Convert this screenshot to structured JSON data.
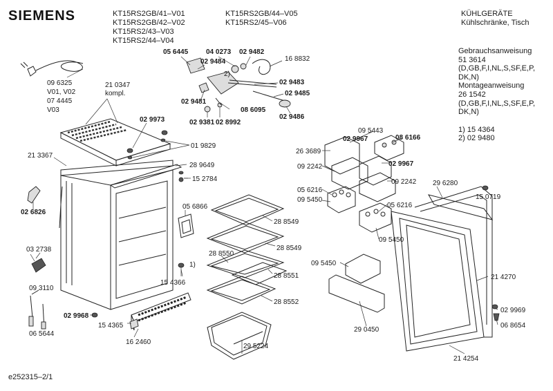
{
  "header": {
    "brand": "SIEMENS",
    "models_col1": [
      "KT15RS2GB/41–V01",
      "KT15RS2GB/42–V02",
      "KT15RS2/43–V03",
      "KT15RS2/44–V04"
    ],
    "models_col2": [
      "KT15RS2GB/44–V05",
      "KT15RS2/45–V06"
    ],
    "category": [
      "KÜHLGERÄTE",
      "Kühlschränke, Tisch"
    ]
  },
  "docs": {
    "lines": [
      "Gebrauchsanweisung",
      "51 3614",
      "(D,GB,F,I,NL,S,SF,E,P,",
      "DK,N)",
      "Montageanweisung",
      "26 1542",
      "(D,GB,F,I,NL,S,SF,E,P,",
      "DK,N)"
    ],
    "notes": [
      "1) 15 4364",
      "2) 02 9480"
    ]
  },
  "footer": {
    "code": "e252315–2/1"
  },
  "labels": {
    "l01": "09 6325",
    "l02": "V01, V02",
    "l03": "07 4445",
    "l04": "V03",
    "l05": "21 0347",
    "l06": "kompl.",
    "l07": "05 6445",
    "l08": "04 0273",
    "l09": "02 9482",
    "l10": "16 8832",
    "l11": "02 9484",
    "l12": "2)",
    "l13": "02 9483",
    "l14": "02 9485",
    "l15": "02 9481",
    "l16": "08 6095",
    "l17": "02 9486",
    "l18": "02 9381",
    "l19": "02 8992",
    "l20": "02 9973",
    "l21": "01 9829",
    "l22": "21 3367",
    "l23": "28 9649",
    "l24": "15 2784",
    "l25": "02 6826",
    "l26": "05 6866",
    "l27": "28 8549",
    "l28": "28 8549",
    "l29": "28 8550",
    "l30": "28 8551",
    "l31": "28 8552",
    "l32": "03 2738",
    "l33": "1)",
    "l34": "15 4366",
    "l35": "09 3110",
    "l36": "06 5644",
    "l37": "02 9968",
    "l38": "15 4365",
    "l39": "16 2460",
    "l40": "29 5224",
    "l41": "09 5443",
    "l42": "02 9967",
    "l43": "08 6166",
    "l44": "26 3689",
    "l45": "02 9967",
    "l46": "09 2242",
    "l47": "09 2242",
    "l48": "05 6216",
    "l49": "09 5450",
    "l50": "05 6216",
    "l51": "09 5450",
    "l52": "29 6280",
    "l53": "15 0719",
    "l54": "09 5450",
    "l55": "29 0450",
    "l56": "21 4270",
    "l57": "02 9969",
    "l58": "06 8654",
    "l59": "21 4254"
  }
}
